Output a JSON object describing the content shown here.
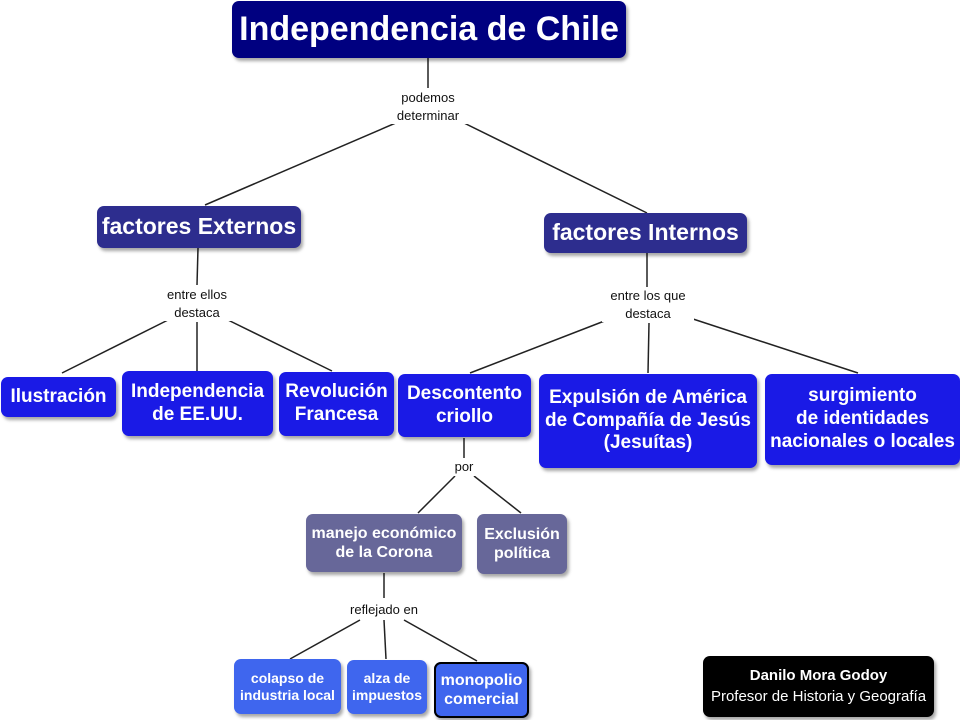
{
  "nodes": {
    "root": "Independencia de Chile",
    "externos": "factores Externos",
    "internos": "factores Internos",
    "ilustracion": "Ilustración",
    "independencia_eeuu": "Independencia\nde EE.UU.",
    "revolucion": "Revolución\nFrancesa",
    "descontento": "Descontento\ncriollo",
    "expulsion": "Expulsión de América\nde Compañía de Jesús\n(Jesuítas)",
    "identidades": "surgimiento\nde identidades\nnacionales o locales",
    "manejo": "manejo económico\nde la Corona",
    "exclusion": "Exclusión\npolítica",
    "colapso": "colapso de\nindustria local",
    "alza": "alza de\nimpuestos",
    "monopolio": "monopolio\ncomercial"
  },
  "link_labels": {
    "podemos": "podemos\ndeterminar",
    "entre_ellos": "entre ellos\ndestaca",
    "entre_los_que": "entre los que\ndestaca",
    "por": "por",
    "reflejado": "reflejado en"
  },
  "author": {
    "name": "Danilo Mora Godoy",
    "role": "Profesor de Historia y Geografía"
  },
  "colors": {
    "root": "#000080",
    "factors": "#2d2d8e",
    "level2": "#1a1ae6",
    "level3": "#676799",
    "level4": "#3f66ee",
    "author_box": "#000000"
  }
}
